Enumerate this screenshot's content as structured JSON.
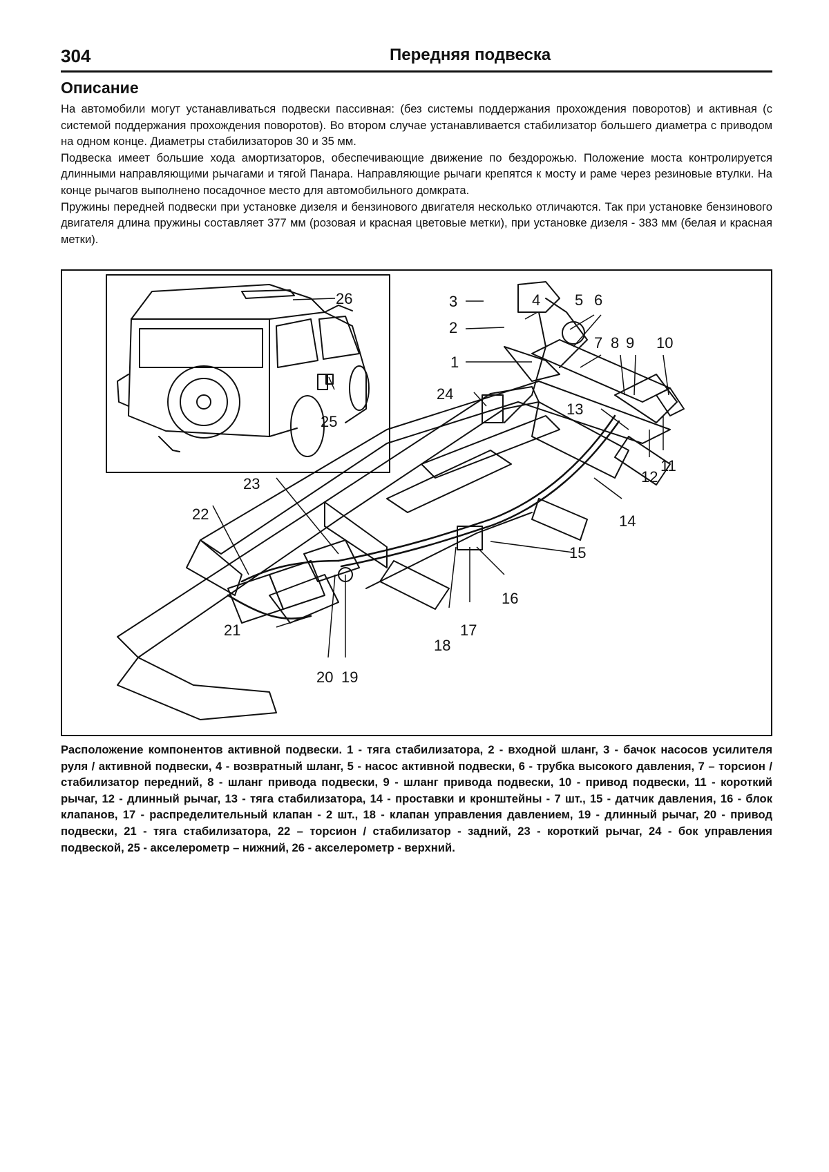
{
  "header": {
    "page_number": "304",
    "running_title": "Передняя подвеска"
  },
  "section": {
    "title": "Описание"
  },
  "body": {
    "paragraphs": [
      "На автомобили могут устанавливаться подвески пассивная: (без системы поддержания прохождения поворотов) и активная (с системой поддержания прохождения поворотов). Во втором случае устанавливается стабилизатор большего диаметра с приводом на одном конце. Диаметры стабилизаторов 30 и 35 мм.",
      "Подвеска имеет большие хода амортизаторов, обеспечивающие движение по бездорожью. Положение моста контролируется длинными направляющими рычагами и тягой Панара. Направляющие рычаги крепятся к мосту и раме через резиновые втулки. На конце рычагов выполнено посадочное место для автомобильного домкрата.",
      "Пружины передней подвески при установке дизеля и бензинового двигателя несколько отличаются. Так при установке бензинового двигателя длина пружины составляет 377 мм (розовая и красная цветовые метки), при установке дизеля  - 383 мм (белая и красная метки)."
    ]
  },
  "figure": {
    "callouts": {
      "c1": "1",
      "c2": "2",
      "c3": "3",
      "c4": "4",
      "c5": "5",
      "c6": "6",
      "c7": "7",
      "c8": "8",
      "c9": "9",
      "c10": "10",
      "c11": "11",
      "c12": "12",
      "c13": "13",
      "c14": "14",
      "c15": "15",
      "c16": "16",
      "c17": "17",
      "c18": "18",
      "c19": "19",
      "c20": "20",
      "c21": "21",
      "c22": "22",
      "c23": "23",
      "c24": "24",
      "c25": "25",
      "c26": "26"
    }
  },
  "caption": {
    "text": "Расположение компонентов активной подвески. 1 - тяга стабилизатора, 2 - входной шланг, 3 - бачок насосов усилителя руля / активной подвески, 4 - возвратный шланг, 5 - насос активной подвески, 6 - трубка высокого давления, 7 – торсион / стабилизатор передний, 8 - шланг привода подвески, 9 - шланг привода подвески, 10 - привод подвески, 11 - короткий рычаг, 12 - длинный рычаг, 13 - тяга стабилизатора, 14 - проставки и кронштейны - 7 шт., 15 - датчик давления, 16 - блок клапанов, 17 - распределительный клапан - 2 шт., 18 - клапан управления давлением, 19 - длинный рычаг, 20 - привод подвески, 21 - тяга стабилизатора, 22 – торсион / стабилизатор - задний, 23 - короткий рычаг, 24 - бок управления подвеской, 25 - акселерометр – нижний, 26 - акселерометр - верхний."
  }
}
